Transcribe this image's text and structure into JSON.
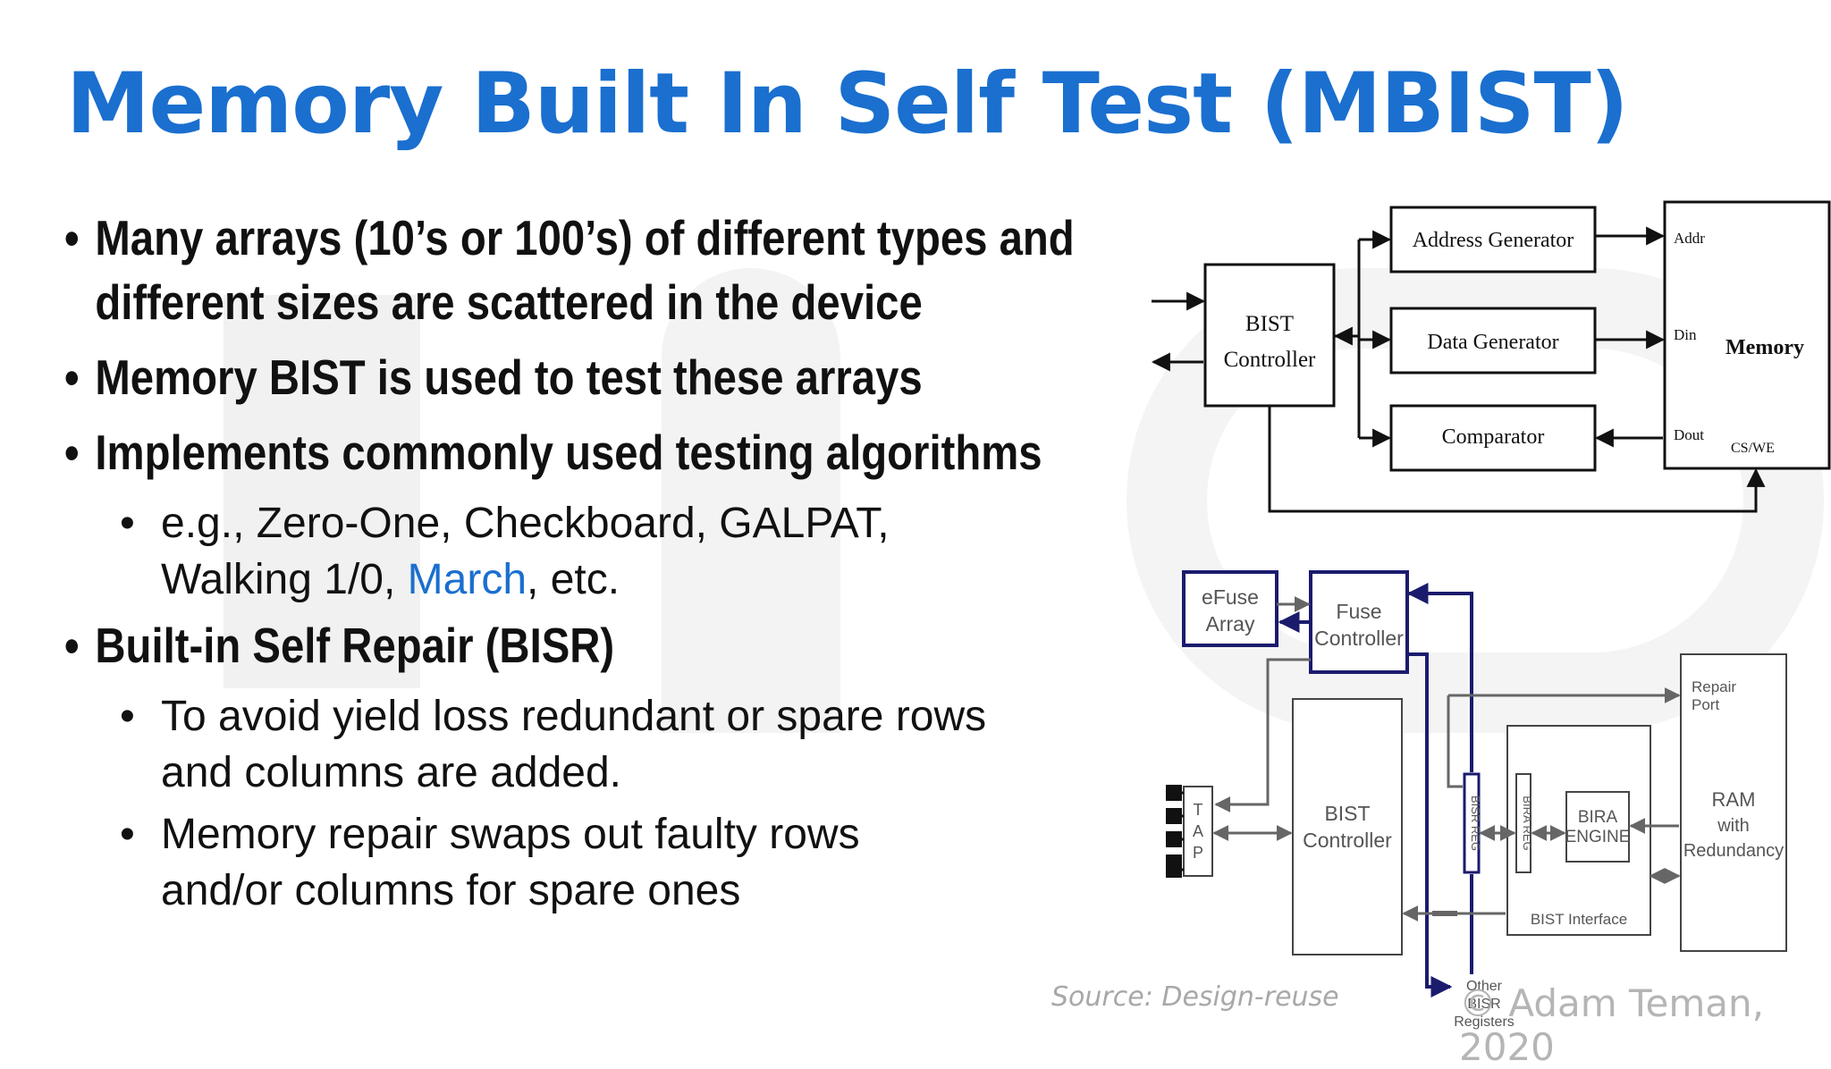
{
  "slide": {
    "title": "Memory Built In Self Test (MBIST)",
    "bullets": [
      {
        "line1": "Many arrays (10’s or 100’s) of different types and",
        "line2": "different sizes are scattered in the device"
      },
      {
        "line1": "Memory BIST is used to test these arrays"
      },
      {
        "line1": "Implements commonly used testing algorithms"
      }
    ],
    "sub_algorithms": {
      "line1": "e.g., Zero-One, Checkboard, GALPAT,",
      "line2_start": "Walking 1/0, ",
      "line2_link": "March",
      "line2_end": ", etc."
    },
    "bisr_heading": "Built-in Self Repair (BISR)",
    "bisr_subs": [
      {
        "line1": "To avoid yield loss redundant or spare rows",
        "line2": "and columns are added."
      },
      {
        "line1": "Memory repair swaps out faulty rows",
        "line2": "and/or columns for spare ones"
      }
    ],
    "source": "Source: Design-reuse",
    "copyright": "© Adam Teman, 2020"
  },
  "diagram_top": {
    "bist_controller": [
      "BIST",
      "Controller"
    ],
    "address_generator": "Address Generator",
    "data_generator": "Data Generator",
    "comparator": "Comparator",
    "memory": "Memory",
    "ports": {
      "addr": "Addr",
      "din": "Din",
      "dout": "Dout",
      "cswe": "CS/WE"
    }
  },
  "diagram_bottom": {
    "efuse": [
      "eFuse",
      "Array"
    ],
    "fuse_controller": [
      "Fuse",
      "Controller"
    ],
    "tap": [
      "T",
      "A",
      "P"
    ],
    "bist_controller": [
      "BIST",
      "Controller"
    ],
    "bisr_reg": "BISR REG",
    "bira_reg": "BIRA REG",
    "bira_engine": [
      "BIRA",
      "ENGINE"
    ],
    "bist_interface": "BIST Interface",
    "repair_port": [
      "Repair",
      "Port"
    ],
    "ram": [
      "RAM",
      "with",
      "Redundancy"
    ],
    "other_bisr": [
      "Other",
      "BISR",
      "Registers"
    ]
  },
  "colors": {
    "title_blue": "#1a6fcf",
    "navy": "#1b1b6e",
    "text": "#111111"
  }
}
